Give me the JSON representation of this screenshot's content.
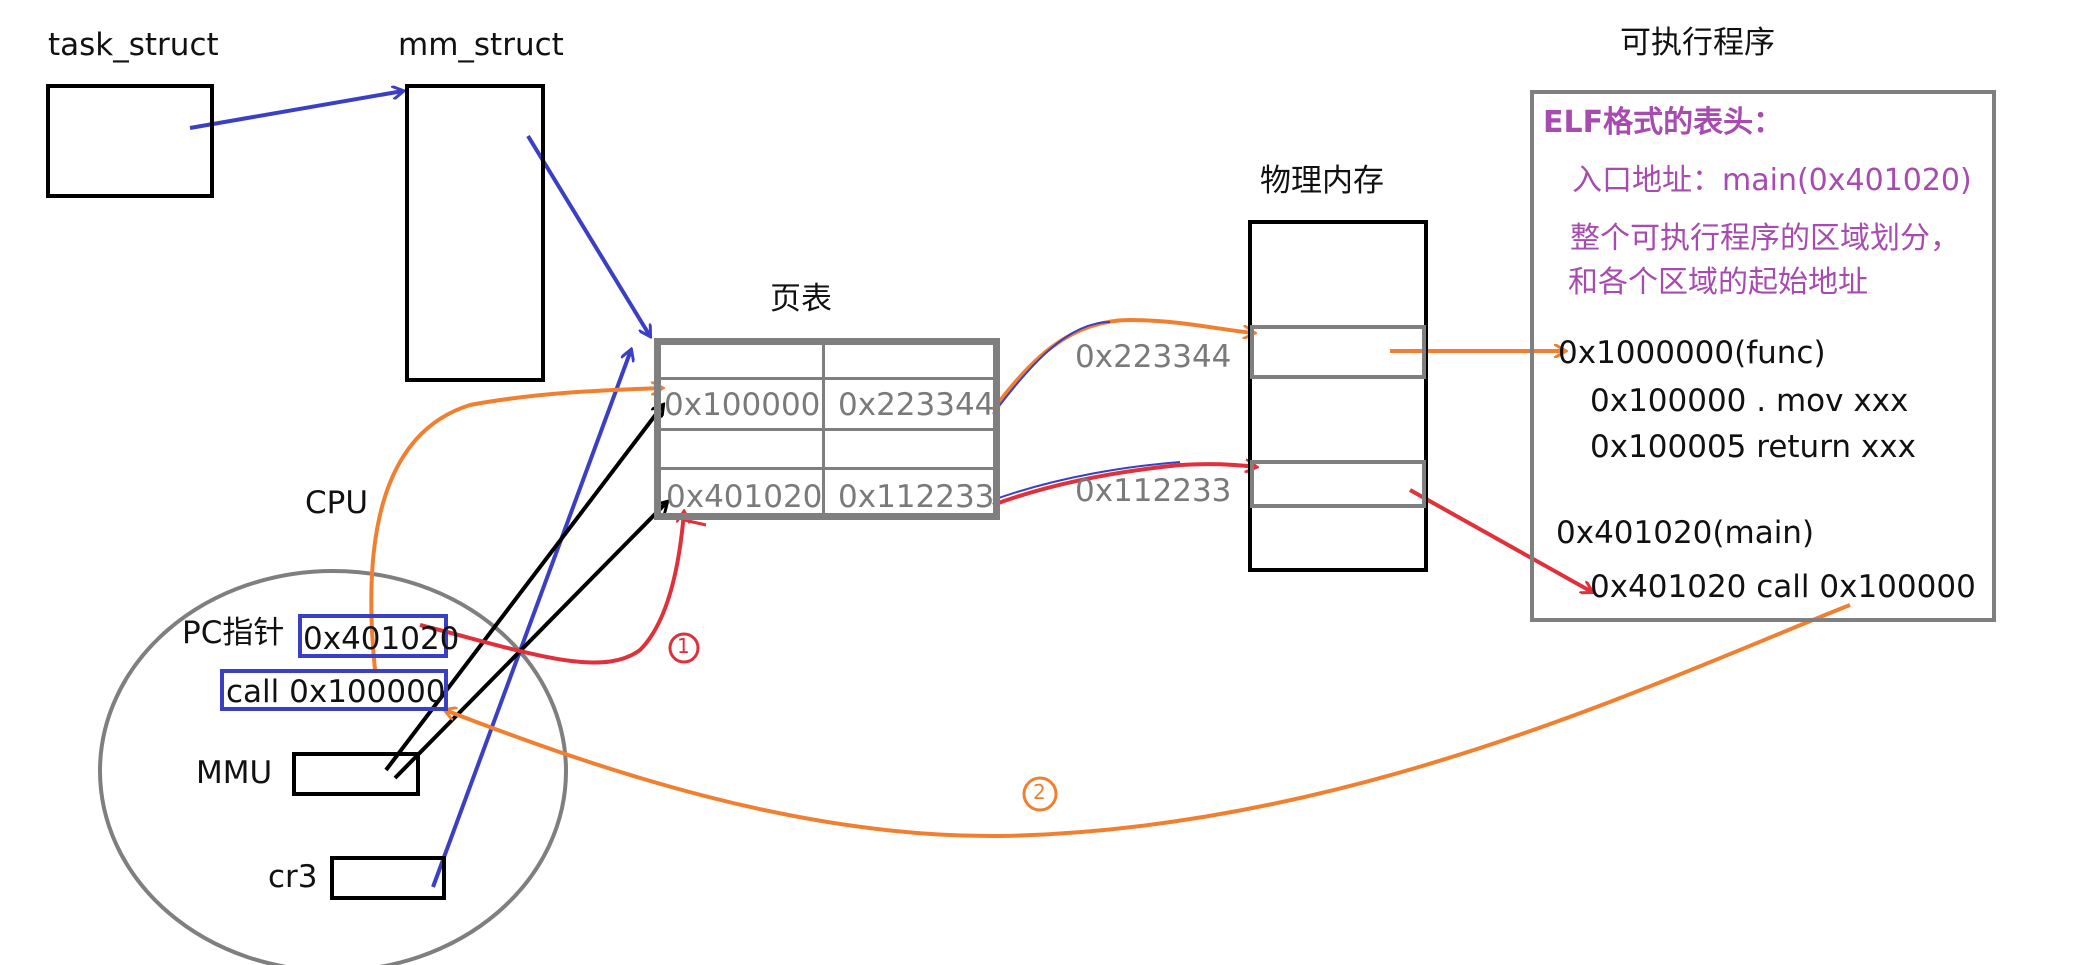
{
  "labels": {
    "task_struct": "task_struct",
    "mm_struct": "mm_struct",
    "page_table": "页表",
    "physical_memory": "物理内存",
    "executable": "可执行程序",
    "cpu": "CPU",
    "pc_pointer": "PC指针",
    "mmu": "MMU",
    "cr3": "cr3"
  },
  "cpu": {
    "pc_value": "0x401020",
    "call_value": "call  0x100000"
  },
  "page_table": {
    "rows": [
      {
        "virtual": "",
        "physical": ""
      },
      {
        "virtual": "0x100000",
        "physical": "0x223344"
      },
      {
        "virtual": "",
        "physical": ""
      },
      {
        "virtual": "0x401020",
        "physical": "0x112233"
      }
    ]
  },
  "physical_memory": {
    "addr_upper": "0x223344",
    "addr_lower": "0x112233"
  },
  "executable": {
    "elf_header": "ELF格式的表头：",
    "entry": "入口地址：main(0x401020)",
    "regions_line1": "整个可执行程序的区域划分，",
    "regions_line2": "和各个区域的起始地址",
    "func_label": "0x1000000(func)",
    "func_line1": "0x100000 . mov xxx",
    "func_line2": "0x100005   return xxx",
    "main_label": "0x401020(main)",
    "main_line1": "0x401020 call  0x100000"
  },
  "step_markers": {
    "one": "1",
    "two": "2"
  },
  "colors": {
    "blue": "#3a3fc4",
    "orange": "#f08030",
    "red": "#e0303a",
    "black": "#000000",
    "gray": "#7f7f7f",
    "purple": "#a84bb0"
  }
}
